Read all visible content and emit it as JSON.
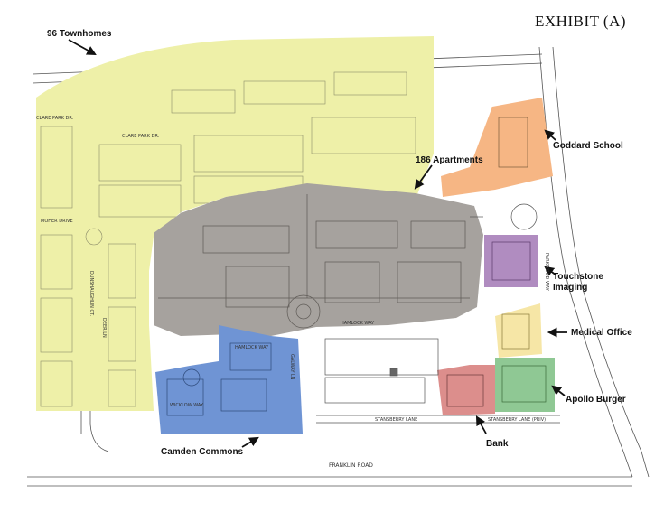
{
  "exhibit_title": "EXHIBIT (A)",
  "labels": {
    "townhomes": "96 Townhomes",
    "apartments": "186 Apartments",
    "goddard": "Goddard School",
    "touchstone_line1": "Touchstone",
    "touchstone_line2": "Imaging",
    "medical": "Medical Office",
    "apollo": "Apollo Burger",
    "bank": "Bank",
    "camden": "Camden Commons"
  },
  "streets": {
    "franklin": "FRANKLIN ROAD",
    "stansberry": "STANSBERRY LANE",
    "stansberry_priv": "STANSBERRY LANE (PRIV)",
    "parkwood": "PARKWOOD WAY",
    "clare_park": "CLARE PARK DR.",
    "clare_park_2": "CLARE PARK DR.",
    "moher": "MOHER DRIVE",
    "hamlock": "HAMLOCK WAY",
    "hamlock_2": "HAMLOCK WAY",
    "wicklow": "WICKLOW WAY",
    "dunshaughlin": "DUNSHAUGHLIN CT.",
    "deer": "DEER LN",
    "galway": "GALWAY LN"
  },
  "zone_colors": {
    "townhomes": "#eef0a8",
    "apartments": "#a6a29e",
    "goddard": "#f6b684",
    "touchstone": "#b08cc0",
    "medical": "#f6e6a6",
    "apollo": "#8fc894",
    "bank": "#dc8e8c",
    "camden": "#6f94d4"
  }
}
